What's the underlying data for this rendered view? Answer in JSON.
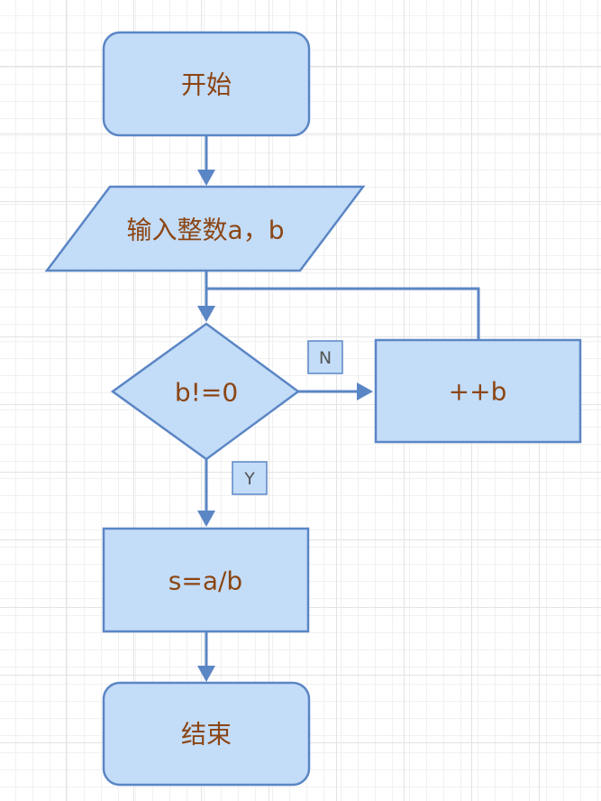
{
  "flowchart": {
    "nodes": {
      "start": "开始",
      "input": "输入整数a，b",
      "condition": "b!=0",
      "increment": "++b",
      "compute": "s=a/b",
      "end": "结束"
    },
    "labels": {
      "no": "N",
      "yes": "Y"
    }
  },
  "colors": {
    "fill": "#c3dcf8",
    "stroke": "#5b86c5",
    "text": "#8b4513"
  }
}
